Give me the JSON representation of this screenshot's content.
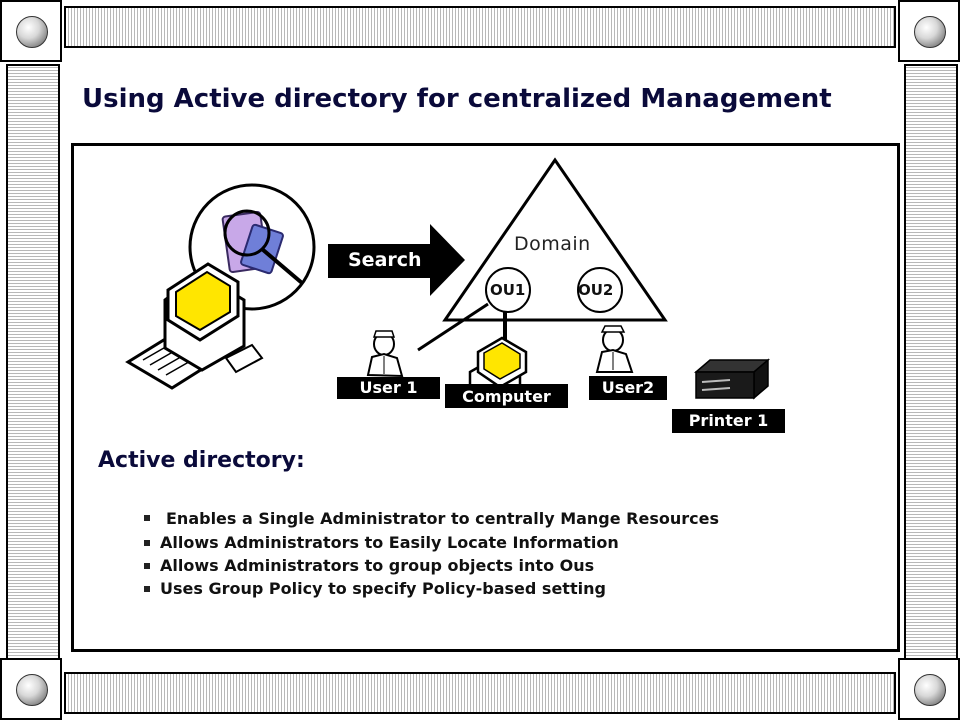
{
  "title": "Using Active directory for centralized Management",
  "diagram": {
    "search_label": "Search",
    "domain_label": "Domain",
    "ou1_label": "OU1",
    "ou2_label": "OU2",
    "user1_label": "User 1",
    "computer_label": "Computer",
    "user2_label": "User2",
    "printer_label": "Printer 1"
  },
  "section": {
    "heading": "Active directory:",
    "bullets": [
      "Enables a Single Administrator to centrally Mange Resources",
      "Allows Administrators to Easily Locate Information",
      "Allows Administrators to group objects into Ous",
      "Uses Group Policy to specify Policy-based setting"
    ]
  },
  "icons": [
    "search-icon",
    "workstation-icon",
    "user-icon",
    "computer-icon",
    "printer-icon"
  ],
  "colors": {
    "title": "#0a0a3a",
    "label_bg": "#000000",
    "label_text": "#ffffff",
    "monitor_screen": "#ffe600",
    "folder": "#c8a8e8"
  }
}
